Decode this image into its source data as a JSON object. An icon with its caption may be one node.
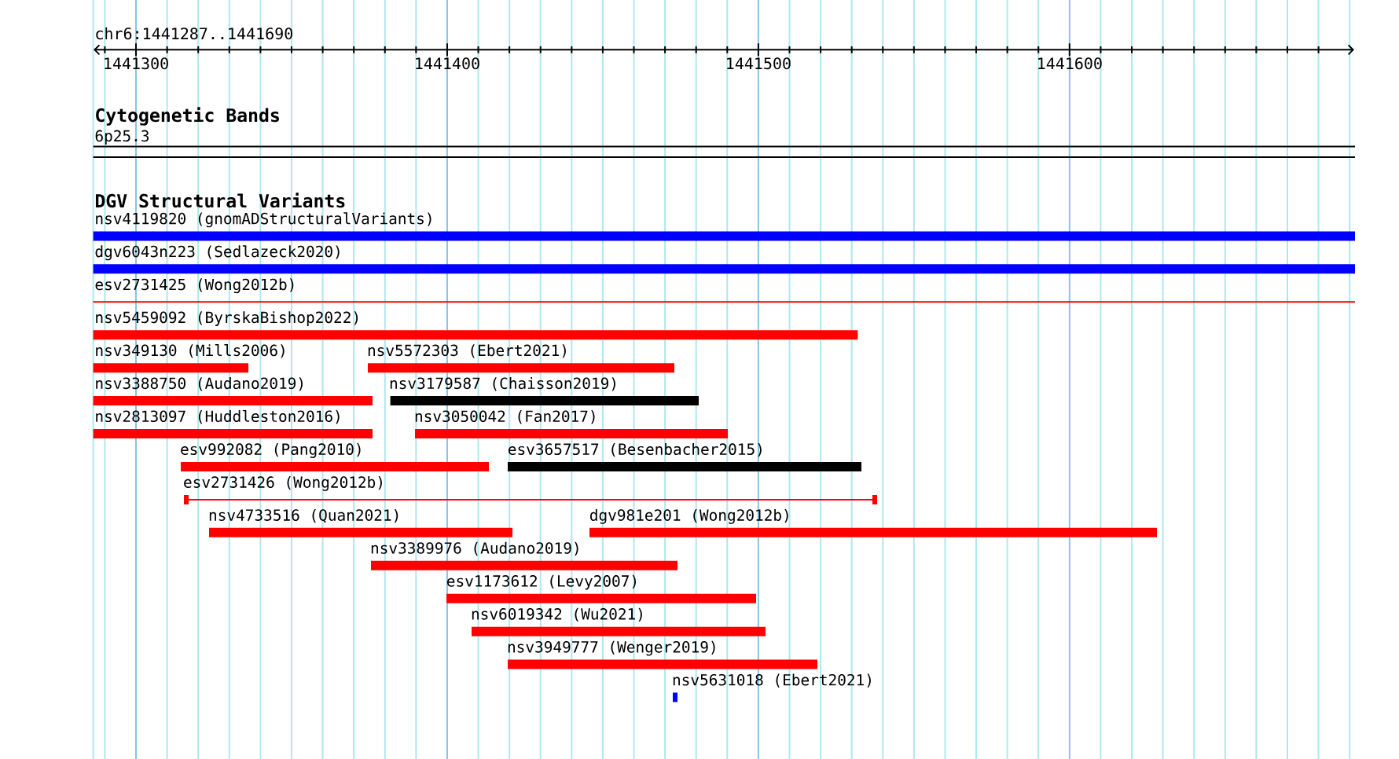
{
  "diagram": {
    "nodes": [
      {
        "text": [
          "6p25.3"
        ]
      },
      {
        "text": [
          "nsv4119820 (gnomADStructuralVariants)"
        ]
      },
      {
        "text": [
          "dgv6043n223 (Sedlazeck2020)"
        ]
      },
      {
        "text": [
          "esv2731425 (Wong2012b)"
        ]
      },
      {
        "text": [
          "nsv5459092 (ByrskaBishop2022)"
        ]
      },
      {
        "text": [
          "nsv349130 (Mills2006)"
        ]
      },
      {
        "text": [
          "nsv5572303 (Ebert2021)"
        ]
      },
      {
        "text": [
          "nsv3388750 (Audano2019)"
        ]
      },
      {
        "text": [
          "nsv3179587 (Chaisson2019)"
        ]
      },
      {
        "text": [
          "nsv2813097 (Huddleston2016)"
        ]
      },
      {
        "text": [
          "nsv3050042 (Fan2017)"
        ]
      },
      {
        "text": [
          "esv992082 (Pang2010)"
        ]
      },
      {
        "text": [
          "esv3657517 (Besenbacher2015)"
        ]
      },
      {
        "text": [
          "esv2731426 (Wong2012b)"
        ]
      },
      {
        "text": [
          "nsv4733516 (Quan2021)"
        ]
      },
      {
        "text": [
          "dgv981e201 (Wong2012b)"
        ]
      },
      {
        "text": [
          "nsv3389976 (Audano2019)"
        ]
      },
      {
        "text": [
          "esv1173612 (Levy2007)"
        ]
      },
      {
        "text": [
          "nsv6019342 (Wu2021)"
        ]
      },
      {
        "text": [
          "nsv3949777 (Wenger2019)"
        ]
      },
      {
        "text": [
          "nsv5631018 (Ebert2021)"
        ]
      }
    ],
    "labels": [
      "chr6:1441287..1441690",
      "1441300",
      "1441400",
      "1441500",
      "1441600",
      "Cytogenetic Bands",
      "DGV Structural Variants"
    ]
  }
}
